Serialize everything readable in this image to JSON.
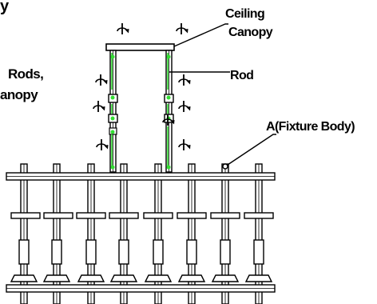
{
  "labels": {
    "fragment_top_left": "y",
    "rods_fragment": "Rods,",
    "canopy_fragment": "anopy",
    "ceiling_line1": "Ceiling",
    "ceiling_line2": "Canopy",
    "rod": "Rod",
    "fixture_body": "A(Fixture Body)"
  },
  "colors": {
    "line": "#000000",
    "highlight": "#33dd33",
    "background": "#ffffff"
  },
  "icons": [
    "rotation-arrow-icon"
  ]
}
